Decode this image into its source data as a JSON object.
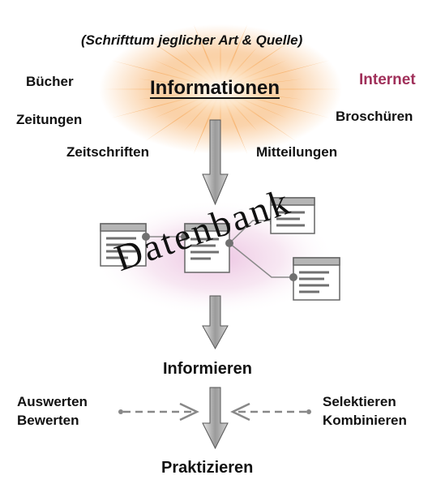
{
  "subtitle": "(Schrifttum jeglicher Art & Quelle)",
  "center_title": "Informationen",
  "sources": {
    "buecher": "Bücher",
    "zeitungen": "Zeitungen",
    "zeitschriften": "Zeitschriften",
    "internet": "Internet",
    "broschueren": "Broschüren",
    "mitteilungen": "Mitteilungen"
  },
  "database_label": "Datenbank",
  "steps": {
    "informieren": "Informieren",
    "praktizieren": "Praktizieren"
  },
  "left_inputs": {
    "line1": "Auswerten",
    "line2": "Bewerten"
  },
  "right_inputs": {
    "line1": "Selektieren",
    "line2": "Kombinieren"
  },
  "colors": {
    "internet": "#a0305a",
    "burst": "#f5a04a",
    "glow": "#d8a0c8",
    "arrow_fill": "#b8b8b8",
    "table_header": "#b5b5b5",
    "table_line": "#707070"
  }
}
